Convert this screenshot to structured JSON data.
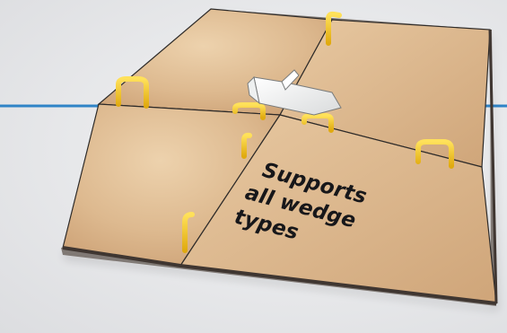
{
  "caption": {
    "line1": "Supports",
    "line2": "all wedge",
    "line3": "types"
  },
  "colors": {
    "accent_line": "#2f84c7",
    "tile_light": "#e2c39d",
    "tile_dark": "#c7a074",
    "clip_yellow": "#f2c418",
    "wedge_white": "#f7f7f5",
    "edge_shadow": "#403a36"
  },
  "objects": {
    "tiles": [
      "tile-top-left",
      "tile-top-right",
      "tile-bottom-left",
      "tile-bottom-right"
    ],
    "clips": 7,
    "wedge": "leveling-wedge"
  }
}
